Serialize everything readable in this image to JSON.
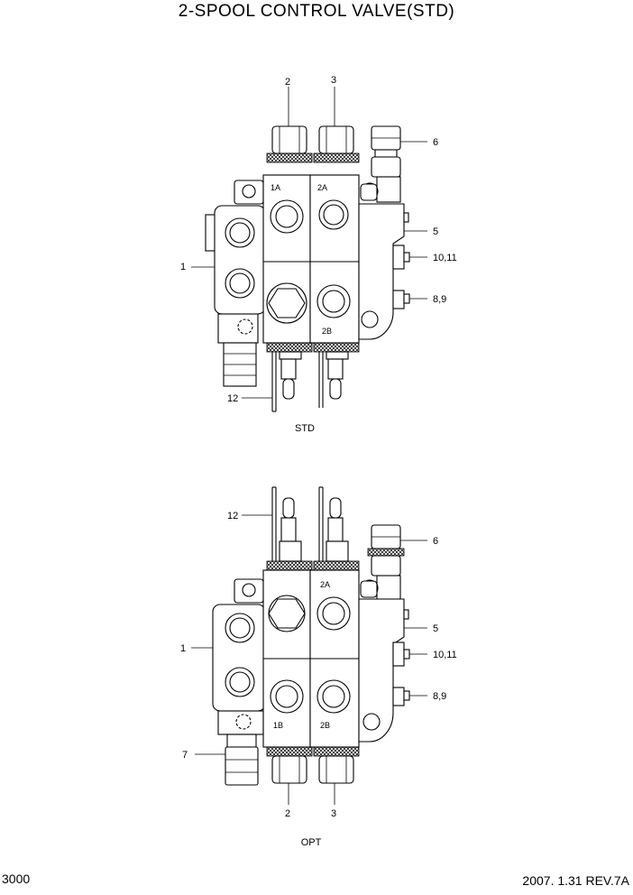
{
  "title": "2-SPOOL CONTROL VALVE(STD)",
  "page_number": "3000",
  "revision": "2007. 1.31 REV.7A",
  "views": [
    {
      "caption": "STD",
      "callouts": [
        "1",
        "2",
        "3",
        "5",
        "6",
        "10,11",
        "8,9",
        "12"
      ],
      "port_labels": [
        "1A",
        "2A",
        "2B"
      ]
    },
    {
      "caption": "OPT",
      "callouts": [
        "1",
        "2",
        "3",
        "5",
        "6",
        "7",
        "10,11",
        "8,9",
        "12"
      ],
      "port_labels": [
        "2A",
        "1B",
        "2B"
      ]
    }
  ]
}
